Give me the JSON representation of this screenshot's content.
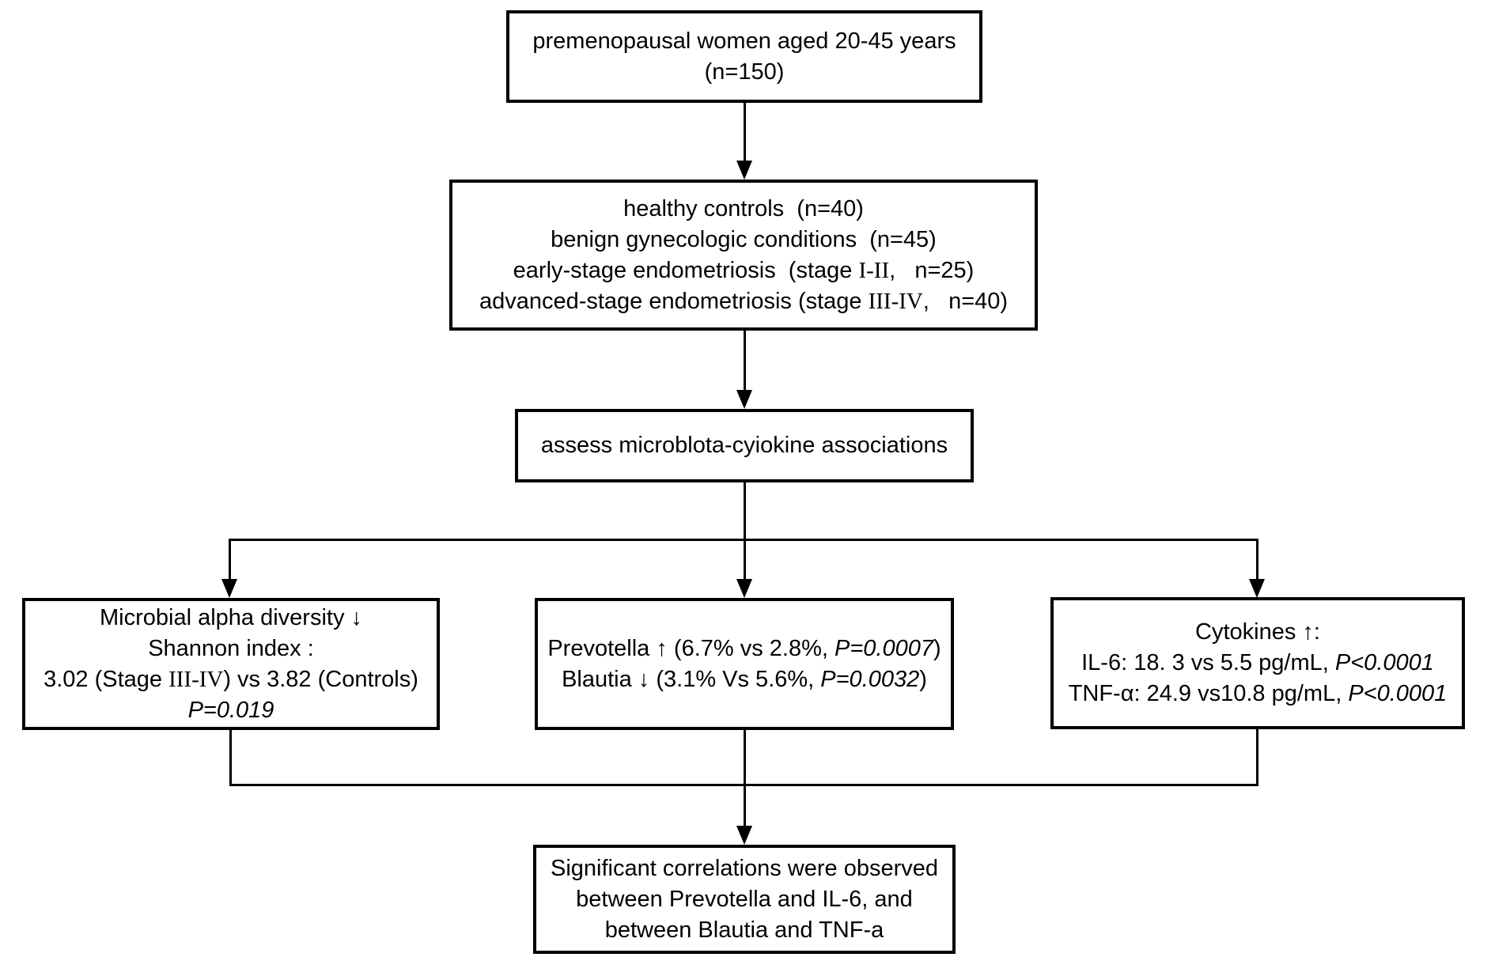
{
  "diagram": {
    "population": {
      "line1": "premenopausal women aged 20-45 years",
      "line2": "(n=150)"
    },
    "groups": {
      "line1": "healthy controls  (n=40)",
      "line2": "benign gynecologic conditions  (n=45)",
      "line3_pre": "early-stage endometriosis  (stage ",
      "line3_roman": "I-II",
      "line3_post": ",   n=25)",
      "line4_pre": "advanced-stage endometriosis (stage ",
      "line4_roman": "III-IV",
      "line4_post": ",   n=40)"
    },
    "assess": {
      "line1": "assess microblota-cyiokine associations"
    },
    "diversity": {
      "line1": "Microbial alpha diversity ↓",
      "line2": "Shannon index :",
      "line3_pre": "3.02 (Stage ",
      "line3_roman": "III-IV",
      "line3_post": ") vs 3.82 (Controls)",
      "line4_italic": "P=0.019"
    },
    "taxa": {
      "line1_pre": "Prevotella ↑ (6.7% vs 2.8%, ",
      "line1_italic": "P=0.0007",
      "line1_post": ")",
      "line2_pre": "Blautia ↓ (3.1% Vs 5.6%, ",
      "line2_italic": "P=0.0032",
      "line2_post": ")"
    },
    "cytokines": {
      "line1": "Cytokines ↑:",
      "line2_pre": "IL-6: 18. 3 vs 5.5 pg/mL, ",
      "line2_italic": "P<0.0001",
      "line3_pre": "TNF-α: 24.9 vs10.8 pg/mL, ",
      "line3_italic": "P<0.0001"
    },
    "conclusion": {
      "line1": "Significant correlations were observed",
      "line2": "between Prevotella and IL-6, and",
      "line3": "between Blautia and TNF-a"
    },
    "colors": {
      "line": "#000000",
      "box_background": "#ffffff",
      "text": "#000000"
    }
  }
}
